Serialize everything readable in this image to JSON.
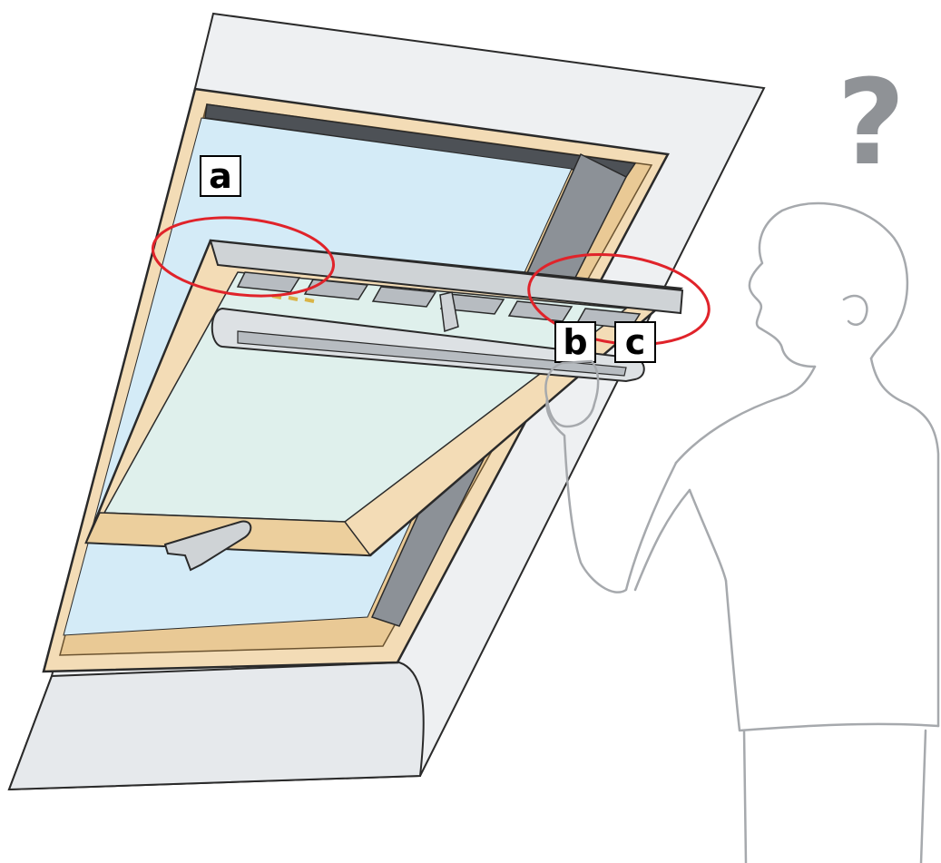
{
  "labels": {
    "a": "a",
    "b": "b",
    "c": "c",
    "question": "?"
  },
  "colors": {
    "wall": "#eef0f2",
    "glass": "#d4ebf7",
    "wood": "#f3dcb6",
    "wood_edge": "#c49a5a",
    "metal": "#cfd3d6",
    "metal_dark": "#8c9197",
    "highlight_ring": "#e0232a",
    "person_line": "#a6a9ad"
  }
}
